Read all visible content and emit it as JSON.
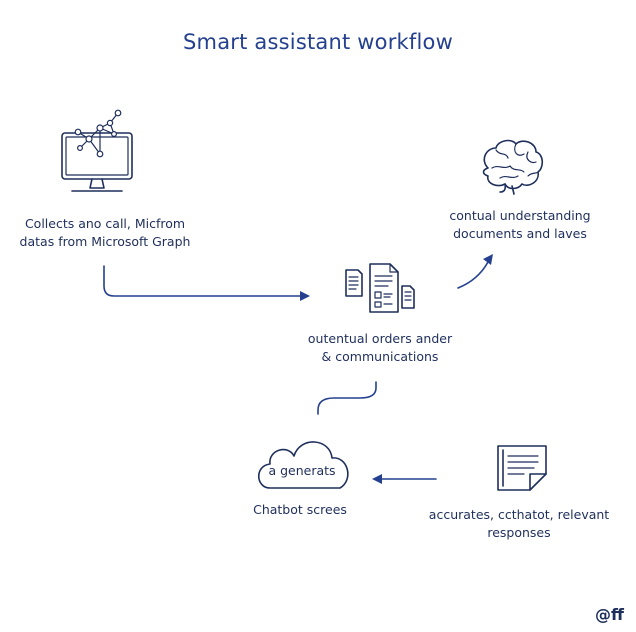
{
  "title": "Smart assistant workflow",
  "nodes": {
    "collect": {
      "line1": "Collects ano call, Micfrom",
      "line2": "datas from Microsoft Graph"
    },
    "understand": {
      "line1": "contual understanding",
      "line2": "documents and laves"
    },
    "orders": {
      "line1": "outentual orders ander",
      "line2": "& communications"
    },
    "chatbot": {
      "cloud_text": "a generats",
      "caption": "Chatbot screes"
    },
    "responses": {
      "line1": "accurates, ccthatot, relevant",
      "line2": "responses"
    }
  },
  "icons": {
    "collect": "computer-network-icon",
    "understand": "brain-icon",
    "orders": "documents-icon",
    "chatbot": "cloud-icon",
    "responses": "note-icon"
  },
  "brand": "@ff",
  "colors": {
    "text": "#1f2f5c",
    "title": "#24408f",
    "arrow": "#24408f"
  }
}
